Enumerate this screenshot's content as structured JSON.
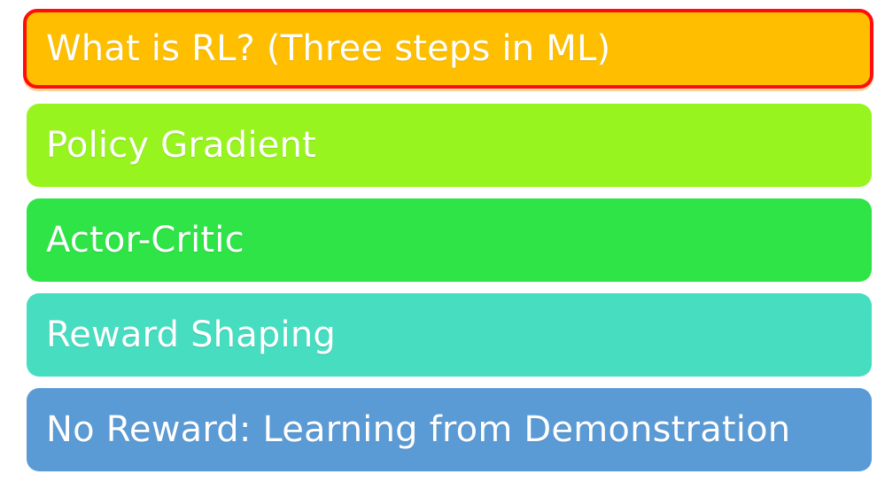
{
  "outline": {
    "items": [
      {
        "label": "What is RL? (Three steps in ML)",
        "color": "#ffbf00",
        "selected": true,
        "highlight_color": "#ff0d0d"
      },
      {
        "label": "Policy Gradient",
        "color": "#98f41e",
        "selected": false
      },
      {
        "label": "Actor-Critic",
        "color": "#2fe447",
        "selected": false
      },
      {
        "label": "Reward Shaping",
        "color": "#47ddc1",
        "selected": false
      },
      {
        "label": "No Reward: Learning from Demonstration",
        "color": "#5b9bd5",
        "selected": false
      }
    ]
  }
}
